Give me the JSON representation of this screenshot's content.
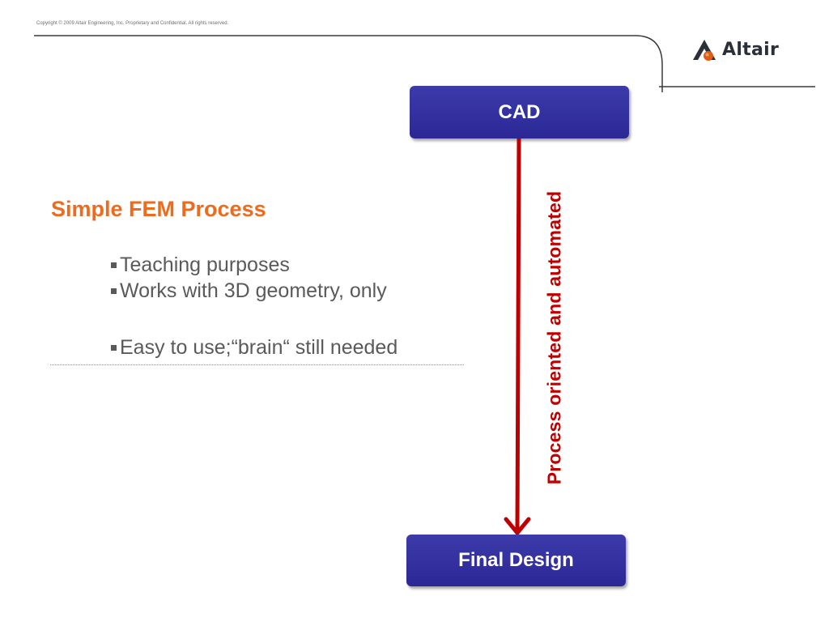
{
  "header": {
    "copyright": "Copyright © 2009 Altair Engineering, Inc. Proprietary and Confidential. All rights reserved.",
    "logo_text": "Altair"
  },
  "content": {
    "heading": "Simple FEM Process",
    "bullets": [
      "Teaching purposes",
      "Works with 3D geometry, only",
      "Easy to use;“brain“ still needed"
    ]
  },
  "diagram": {
    "start_box": "CAD",
    "end_box": "Final Design",
    "arrow_label": "Process oriented and automated"
  },
  "colors": {
    "accent_orange": "#ee6b1e",
    "box_blue": "#2e2b99",
    "arrow_red": "#c00000",
    "text_gray": "#5a5a5a"
  }
}
